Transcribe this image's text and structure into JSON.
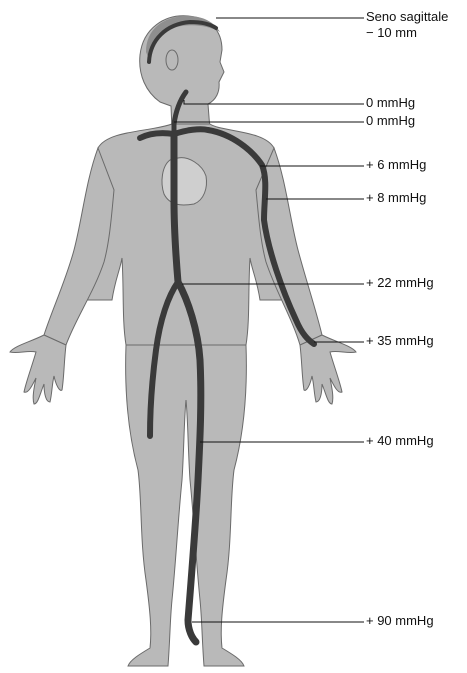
{
  "figure": {
    "colors": {
      "body": "#b9b9b9",
      "body_outline": "#6a6a6a",
      "vein": "#3a3a3a",
      "heart": "#cfcfcf",
      "leader": "#111111"
    },
    "labels": [
      {
        "id": "sinus",
        "lines": [
          "Seno sagittale",
          "− 10 mm"
        ]
      },
      {
        "id": "jugular",
        "lines": [
          "0 mmHg"
        ]
      },
      {
        "id": "thorax",
        "lines": [
          "0 mmHg"
        ]
      },
      {
        "id": "subclavian",
        "lines": [
          "+ 6 mmHg"
        ]
      },
      {
        "id": "arm",
        "lines": [
          "+ 8 mmHg"
        ]
      },
      {
        "id": "abdomen",
        "lines": [
          "+ 22 mmHg"
        ]
      },
      {
        "id": "hand",
        "lines": [
          "+ 35 mmHg"
        ]
      },
      {
        "id": "knee",
        "lines": [
          "+ 40 mmHg"
        ]
      },
      {
        "id": "ankle",
        "lines": [
          "+ 90 mmHg"
        ]
      }
    ]
  }
}
